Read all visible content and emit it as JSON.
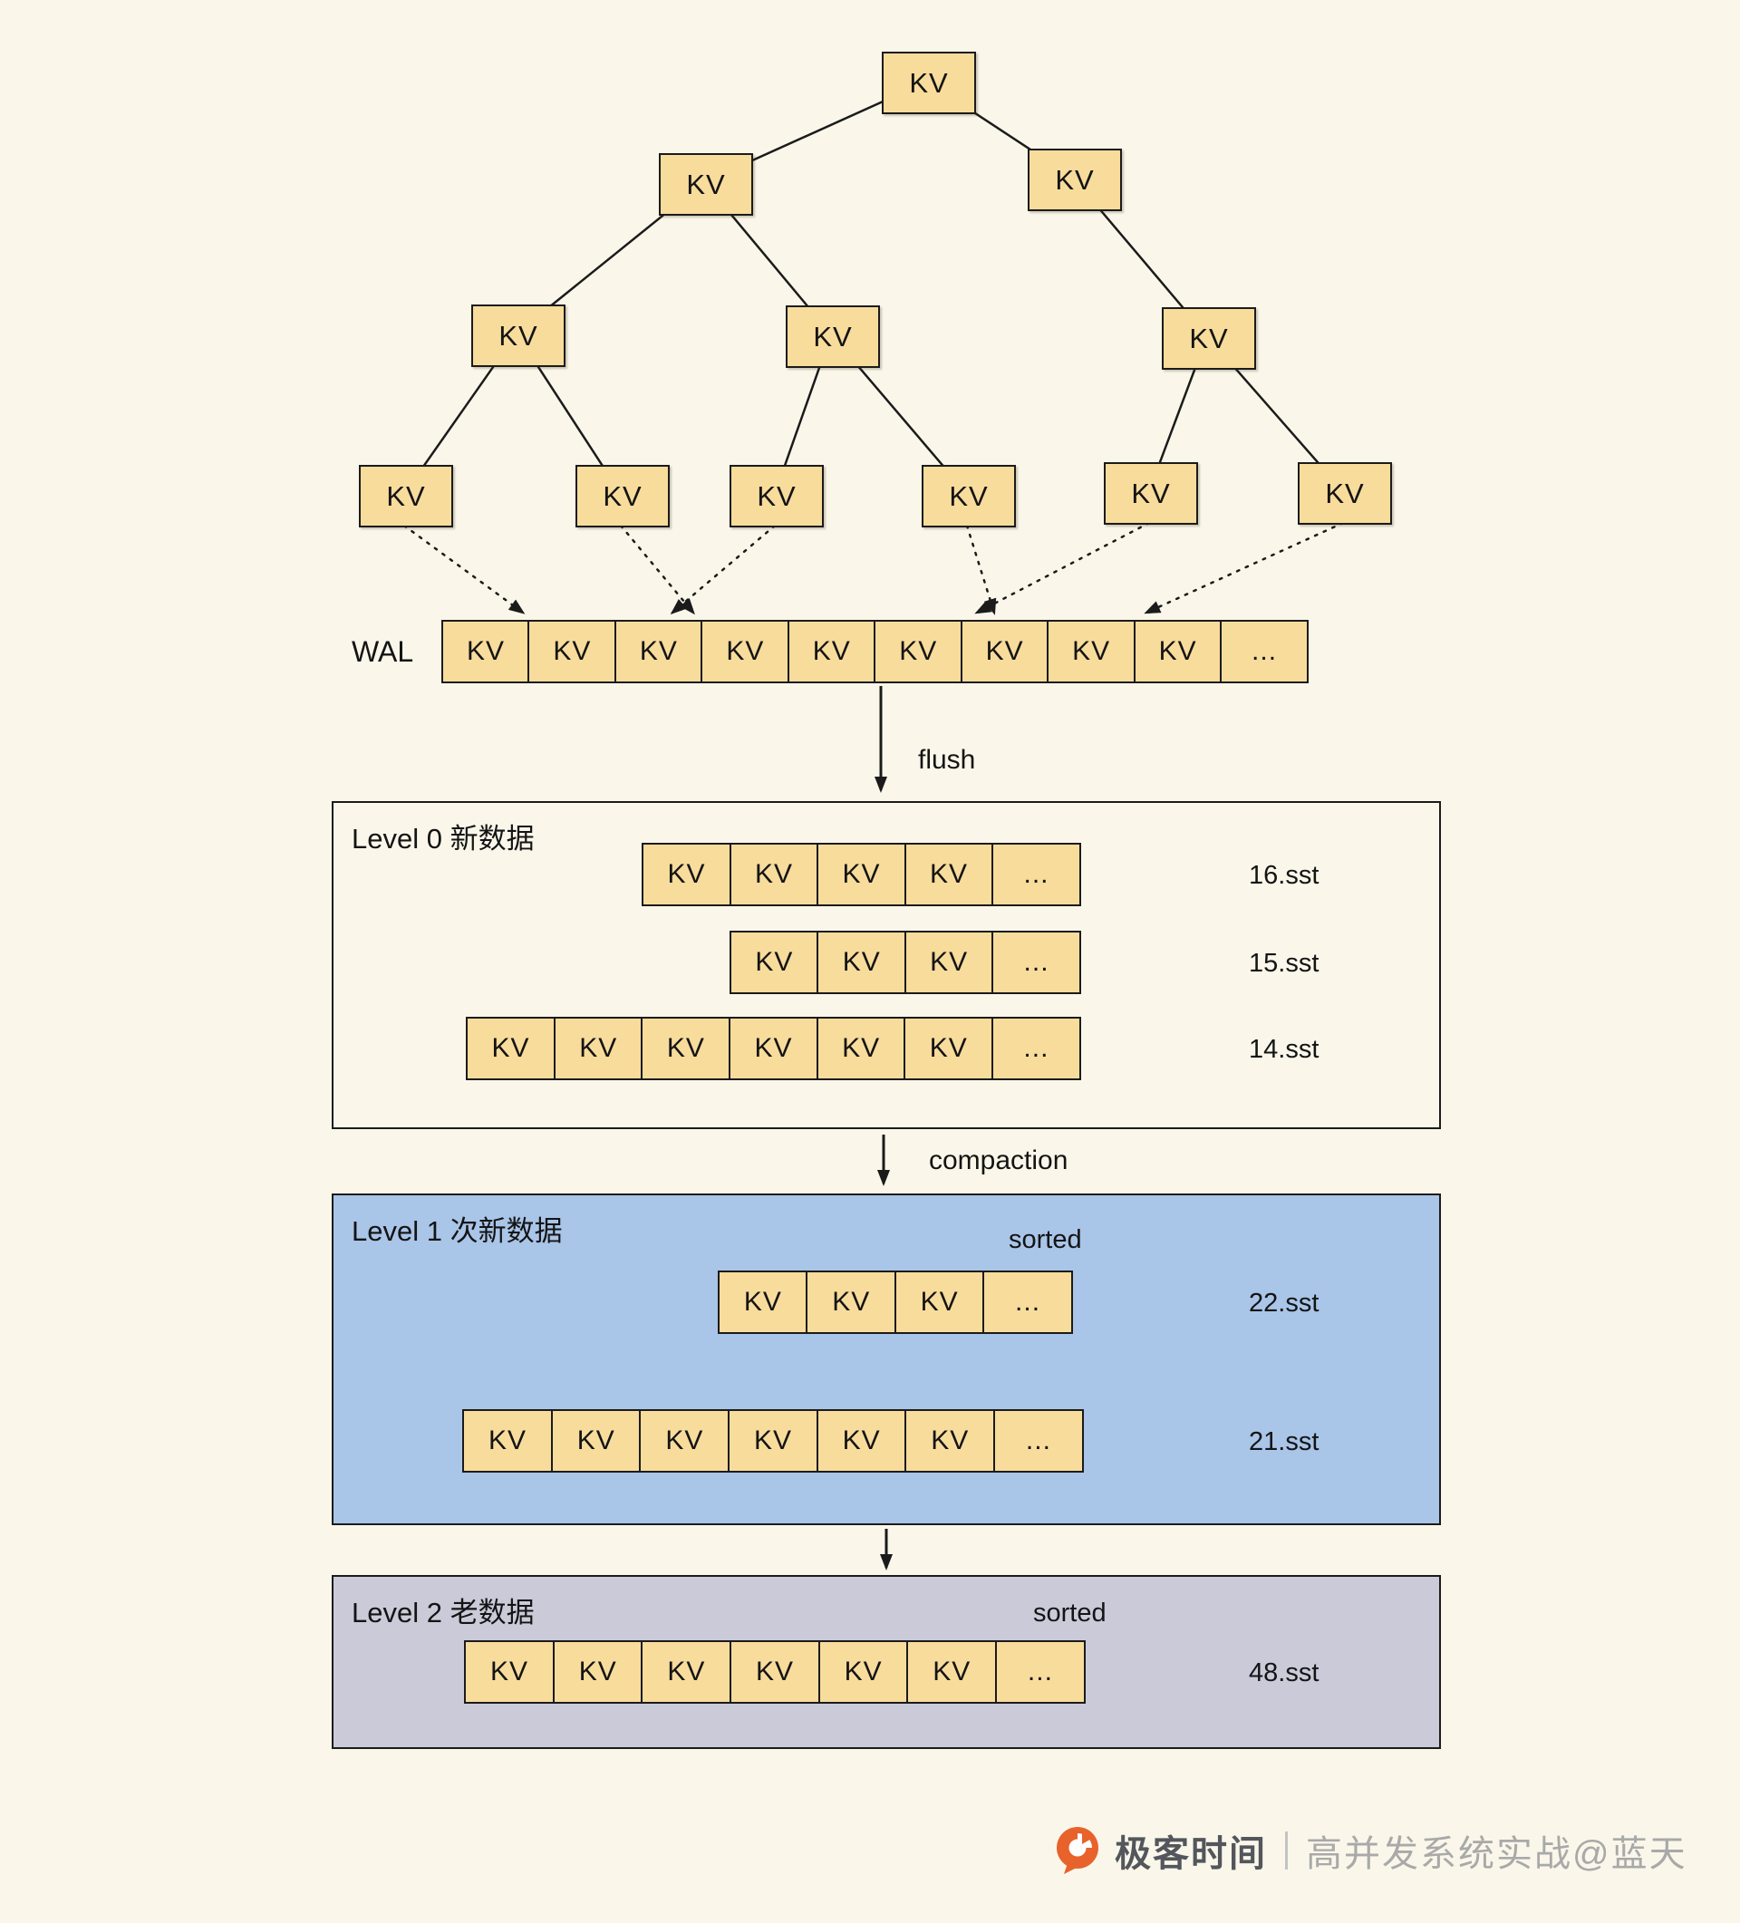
{
  "tree": {
    "node_label": "KV"
  },
  "wal": {
    "label": "WAL",
    "cells": [
      "KV",
      "KV",
      "KV",
      "KV",
      "KV",
      "KV",
      "KV",
      "KV",
      "KV",
      "..."
    ]
  },
  "arrows": {
    "flush": "flush",
    "compaction": "compaction"
  },
  "levels": [
    {
      "title": "Level 0 新数据",
      "rows": [
        {
          "cells": [
            "KV",
            "KV",
            "KV",
            "KV",
            "..."
          ],
          "file": "16.sst"
        },
        {
          "cells": [
            "KV",
            "KV",
            "KV",
            "..."
          ],
          "file": "15.sst"
        },
        {
          "cells": [
            "KV",
            "KV",
            "KV",
            "KV",
            "KV",
            "KV",
            "..."
          ],
          "file": "14.sst"
        }
      ]
    },
    {
      "title": "Level 1 次新数据",
      "sorted_label": "sorted",
      "rows": [
        {
          "cells": [
            "KV",
            "KV",
            "KV",
            "..."
          ],
          "file": "22.sst"
        },
        {
          "cells": [
            "KV",
            "KV",
            "KV",
            "KV",
            "KV",
            "KV",
            "..."
          ],
          "file": "21.sst"
        }
      ]
    },
    {
      "title": "Level 2 老数据",
      "sorted_label": "sorted",
      "rows": [
        {
          "cells": [
            "KV",
            "KV",
            "KV",
            "KV",
            "KV",
            "KV",
            "..."
          ],
          "file": "48.sst"
        }
      ]
    }
  ],
  "footer": {
    "brand": "极客时间",
    "separator": "|",
    "course": "高并发系统实战@蓝天"
  },
  "colors": {
    "background": "#faf7ea",
    "cell_fill": "#f8dc9c",
    "level1_fill": "#a9c5e8",
    "level2_fill": "#cbcad9",
    "border": "#1b1b1b",
    "logo_orange": "#e8622c",
    "footer_brand": "#53565c",
    "footer_muted": "#a9a9a9"
  }
}
